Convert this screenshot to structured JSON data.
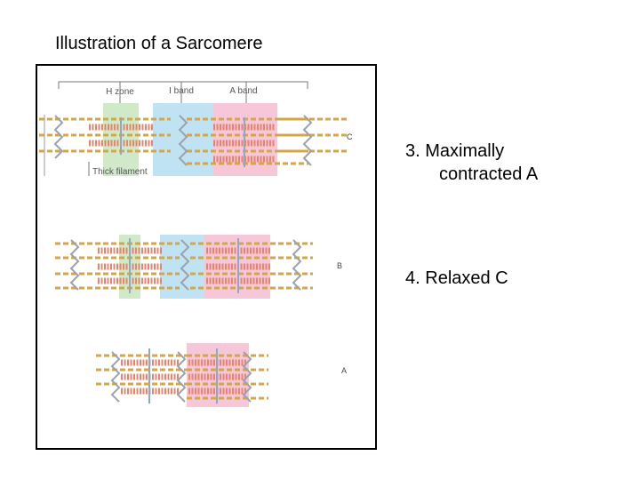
{
  "slide": {
    "title": "Illustration of  a Sarcomere"
  },
  "diagram": {
    "labels": {
      "h_zone": "H zone",
      "i_band": "I band",
      "a_band": "A band",
      "thick_filament": "Thick filament"
    },
    "panels": [
      "C",
      "B",
      "A"
    ],
    "colors": {
      "h_zone": "#cfe9c9",
      "i_band": "#bfe3f3",
      "a_band": "#f6c6d9",
      "thick_filament": "#e8846e",
      "thin_filament": "#d4a64a",
      "z_disc": "#9aa3ad",
      "m_line": "#8fa8c8"
    }
  },
  "notes": [
    {
      "number": "3.",
      "line1": "Maximally",
      "line2": "contracted  A"
    },
    {
      "number": "4.",
      "text": "Relaxed C"
    }
  ]
}
